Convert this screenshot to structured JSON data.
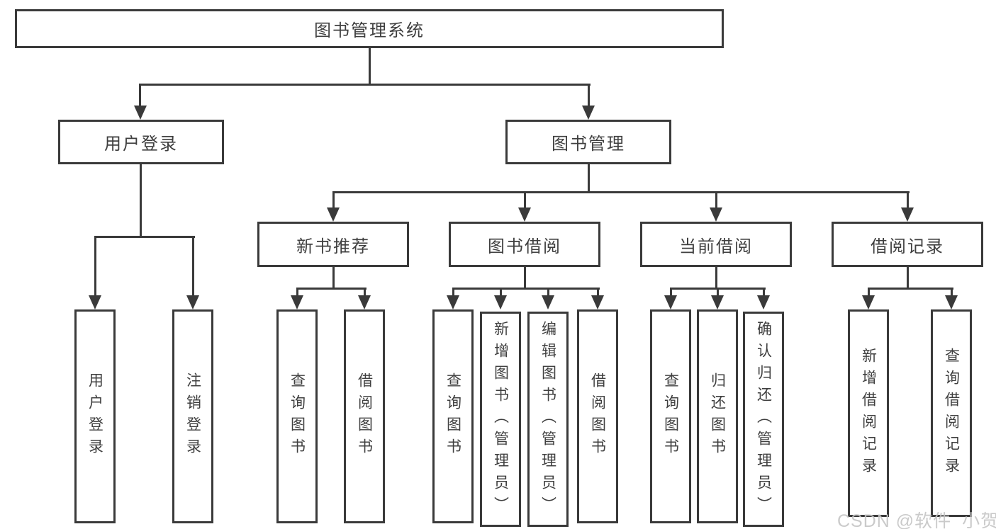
{
  "diagram": {
    "root": {
      "label": "图书管理系统"
    },
    "branches": [
      {
        "label": "用户登录",
        "leaves": [
          {
            "label": "用户登录"
          },
          {
            "label": "注销登录"
          }
        ]
      },
      {
        "label": "图书管理",
        "groups": [
          {
            "label": "新书推荐",
            "leaves": [
              {
                "label": "查询图书"
              },
              {
                "label": "借阅图书"
              }
            ]
          },
          {
            "label": "图书借阅",
            "leaves": [
              {
                "label": "查询图书"
              },
              {
                "label": "新增图书（管理员）"
              },
              {
                "label": "编辑图书（管理员）"
              },
              {
                "label": "借阅图书"
              }
            ]
          },
          {
            "label": "当前借阅",
            "leaves": [
              {
                "label": "查询图书"
              },
              {
                "label": "归还图书"
              },
              {
                "label": "确认归还（管理员）"
              }
            ]
          },
          {
            "label": "借阅记录",
            "leaves": [
              {
                "label": "新增借阅记录"
              },
              {
                "label": "查询借阅记录"
              }
            ]
          }
        ]
      }
    ],
    "watermark": "CSDN @软件_小贺同学",
    "colors": {
      "line": "#3a3a3a",
      "text": "#3f3f3f",
      "box_bg": "#ffffff",
      "watermark": "#c5c5c5"
    }
  }
}
